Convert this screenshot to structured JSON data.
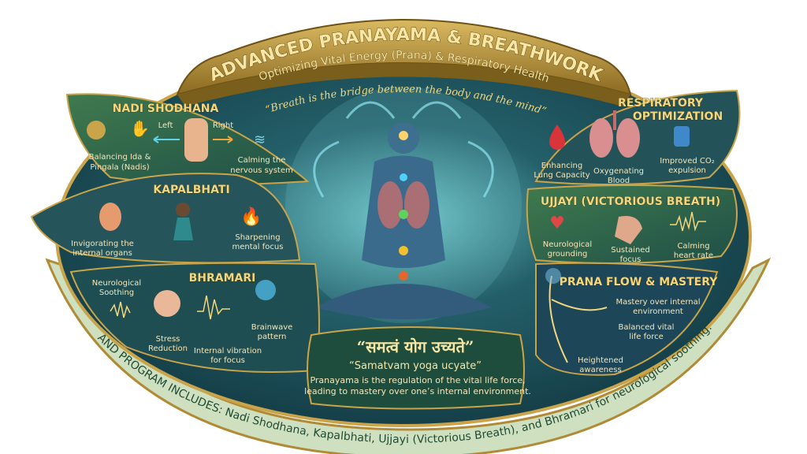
{
  "header": {
    "title": "ADVANCED PRANAYAMA & BREATHWORK",
    "subtitle": "Optimizing Vital Energy (Prana) & Respiratory Health",
    "quote": "“Breath is the bridge between the body and the mind”"
  },
  "sections": {
    "nadi": {
      "title": "NADI SHODHANA",
      "left": "Left",
      "right": "Right",
      "items": [
        "Balancing Ida &",
        "Pingala (Nadis)",
        "Calming the",
        "nervous system"
      ]
    },
    "kapal": {
      "title": "KAPALBHATI",
      "items": [
        "Invigorating the",
        "internal organs",
        "Sharpening",
        "mental focus"
      ]
    },
    "bhramari": {
      "title": "BHRAMARI",
      "items": [
        "Neurological",
        "Soothing",
        "Stress",
        "Reduction",
        "Internal vibration",
        "for focus",
        "Brainwave",
        "pattern"
      ]
    },
    "resp": {
      "title1": "RESPIRATORY",
      "title2": "OPTIMIZATION",
      "items": [
        "Enhancing",
        "Lung Capacity",
        "Oxygenating",
        "Blood",
        "Improved CO₂",
        "expulsion"
      ]
    },
    "ujjayi": {
      "title": "UJJAYI (VICTORIOUS BREATH)",
      "items": [
        "Neurological",
        "grounding",
        "Sustained",
        "focus",
        "Calming",
        "heart rate"
      ]
    },
    "prana": {
      "title": "PRANA FLOW & MASTERY",
      "items": [
        "Mastery over internal",
        "environment",
        "Balanced vital",
        "life force",
        "Heightened",
        "awareness"
      ]
    }
  },
  "mantra": {
    "sanskrit": "“समत्वं योग उच्यते”",
    "translit": "“Samatvam yoga ucyate”",
    "line1": "Pranayama is the regulation of the vital life force,",
    "line2": "leading to mastery over one’s internal environment."
  },
  "ribbon": "AND PROGRAM INCLUDES: Nadi Shodhana, Kapalbhati, Ujjayi (Victorious Breath), and Bhramari for neurological soothing.",
  "colors": {
    "gold": "#c9a44a",
    "teal": "#1d4f55",
    "leaf": "#2f6444",
    "ribbon": "#cfe0c0"
  }
}
